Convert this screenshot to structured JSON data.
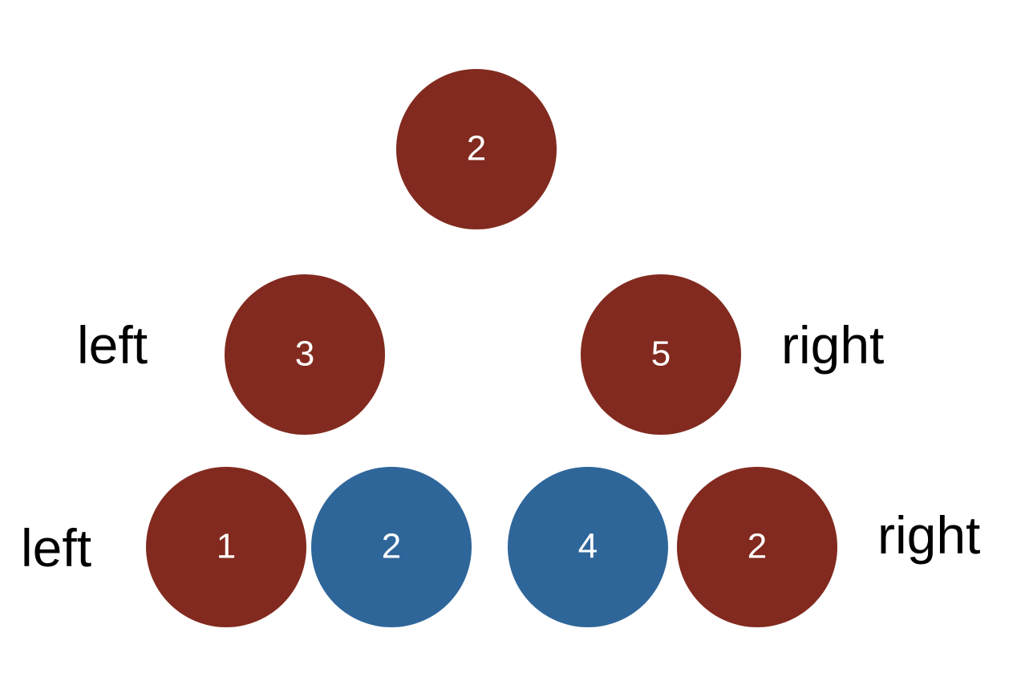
{
  "colors": {
    "red": "#822a1f",
    "blue": "#2f669a"
  },
  "nodes": [
    {
      "value": "2",
      "color": "red"
    },
    {
      "value": "3",
      "color": "red"
    },
    {
      "value": "5",
      "color": "red"
    },
    {
      "value": "1",
      "color": "red"
    },
    {
      "value": "2",
      "color": "blue"
    },
    {
      "value": "4",
      "color": "blue"
    },
    {
      "value": "2",
      "color": "red"
    }
  ],
  "side_labels": [
    {
      "text": "left"
    },
    {
      "text": "right"
    },
    {
      "text": "left"
    },
    {
      "text": "right"
    }
  ]
}
